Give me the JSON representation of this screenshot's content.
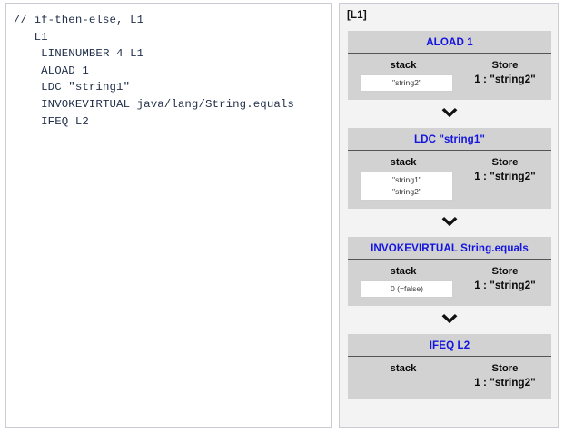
{
  "code_panel": {
    "title": "jvm-bytecode-listing",
    "text": "// if-then-else, L1\n   L1\n    LINENUMBER 4 L1\n    ALOAD 1\n    LDC \"string1\"\n    INVOKEVIRTUAL java/lang/String.equals\n    IFEQ L2"
  },
  "trace_panel": {
    "label": "[L1]",
    "arrow_icon": "chevron-down-icon",
    "colors": {
      "step_background": "#d2d2d2",
      "panel_background": "#f3f3f3",
      "title_accent": "#1414e0",
      "separator": "#555555",
      "stack_box_background": "#ffffff",
      "code_text": "#22304a"
    },
    "column_headers": {
      "stack": "stack",
      "store": "Store"
    },
    "steps": [
      {
        "title": "ALOAD 1",
        "stack": [
          "\"string2\""
        ],
        "store": "1 : \"string2\""
      },
      {
        "title": "LDC \"string1\"",
        "stack": [
          "\"string1\"",
          "\"string2\""
        ],
        "store": "1 : \"string2\""
      },
      {
        "title": "INVOKEVIRTUAL String.equals",
        "stack": [
          "0 (=false)"
        ],
        "store": "1 : \"string2\""
      },
      {
        "title": "IFEQ L2",
        "stack": [],
        "store": "1 : \"string2\""
      }
    ]
  }
}
